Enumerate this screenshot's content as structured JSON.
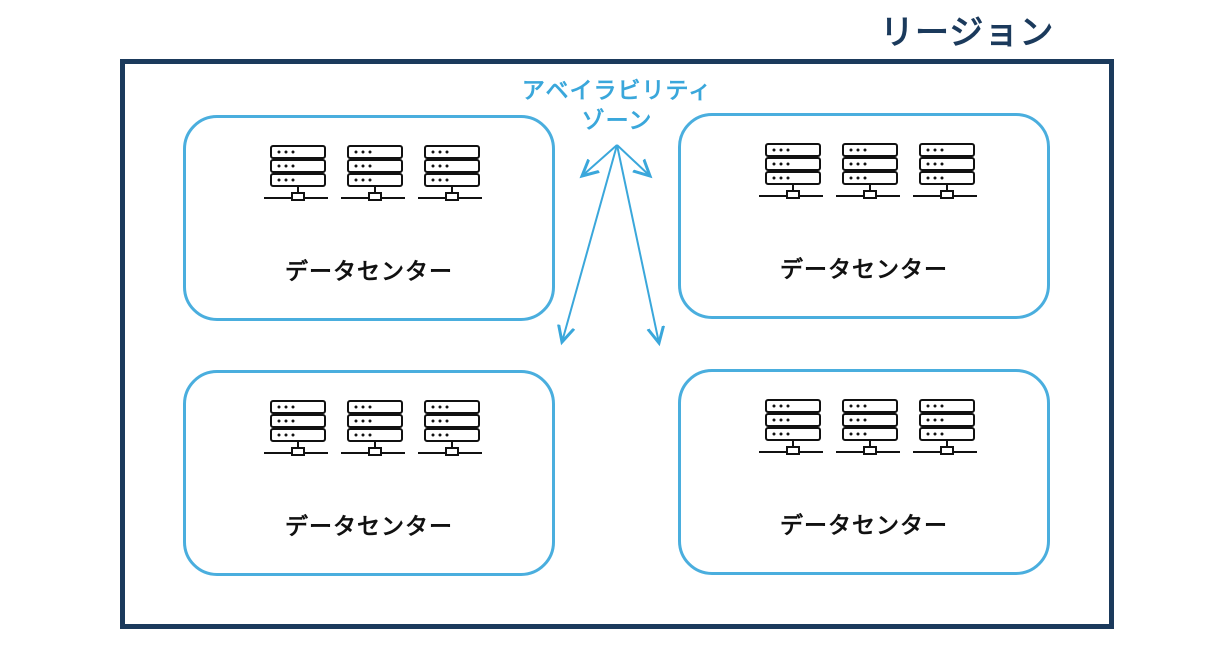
{
  "region": {
    "title": "リージョン"
  },
  "availability_zone": {
    "line1": "アベイラビリティ",
    "line2": "ゾーン"
  },
  "datacenters": [
    {
      "label": "データセンター"
    },
    {
      "label": "データセンター"
    },
    {
      "label": "データセンター"
    },
    {
      "label": "データセンター"
    }
  ],
  "colors": {
    "region_border": "#1b3a5c",
    "zone_accent": "#3aa7db",
    "datacenter_text": "#111111"
  },
  "icons": {
    "server": "server-rack-icon",
    "arrow": "arrow-icon"
  }
}
